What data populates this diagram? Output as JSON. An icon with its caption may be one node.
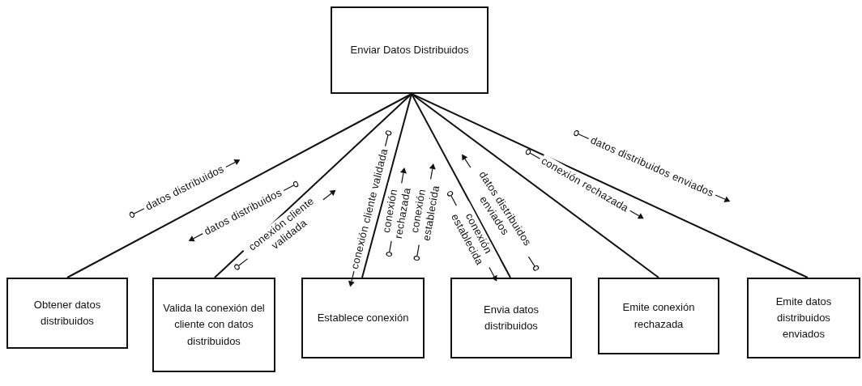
{
  "diagram": {
    "nodes": [
      {
        "text": [
          "Enviar Datos Distribuidos"
        ]
      },
      {
        "text": [
          "Obtener datos distribuidos"
        ]
      },
      {
        "text": [
          "Valida la conexión del cliente con datos distribuidos"
        ]
      },
      {
        "text": [
          "Establece conexión"
        ]
      },
      {
        "text": [
          "Envia datos distribuidos"
        ]
      },
      {
        "text": [
          "Emite conexión rechazada"
        ]
      },
      {
        "text": [
          "Emite datos distribuidos enviados"
        ]
      }
    ],
    "edges": [
      {
        "from": 0,
        "to": 1,
        "arrow": "none"
      },
      {
        "from": 0,
        "to": 2,
        "arrow": "none"
      },
      {
        "from": 0,
        "to": 3,
        "arrow": "none"
      },
      {
        "from": 0,
        "to": 4,
        "arrow": "none"
      },
      {
        "from": 0,
        "to": 5,
        "arrow": "none"
      },
      {
        "from": 0,
        "to": 6,
        "arrow": "none"
      }
    ],
    "labels": [
      "datos distribuidos",
      "datos distribuidos",
      "conexión cliente validada",
      "conexión cliente validada",
      "conexión rechazada",
      "conexión establecida",
      "conexión establecida",
      "datos distribuidos enviados",
      "conexión rechazada",
      "datos distribuidos enviados"
    ]
  }
}
